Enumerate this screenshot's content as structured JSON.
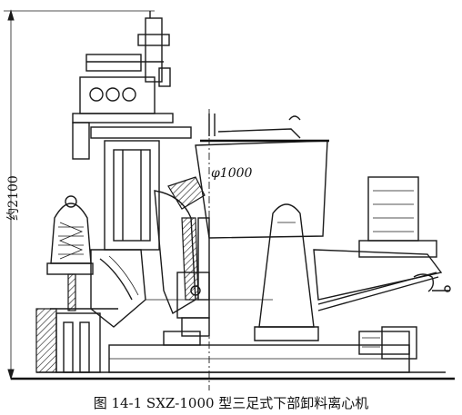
{
  "figure": {
    "caption": "图 14-1   SXZ-1000 型三足式下部卸料离心机",
    "dimension_height": "约2100",
    "dimension_diameter": "φ1000"
  }
}
